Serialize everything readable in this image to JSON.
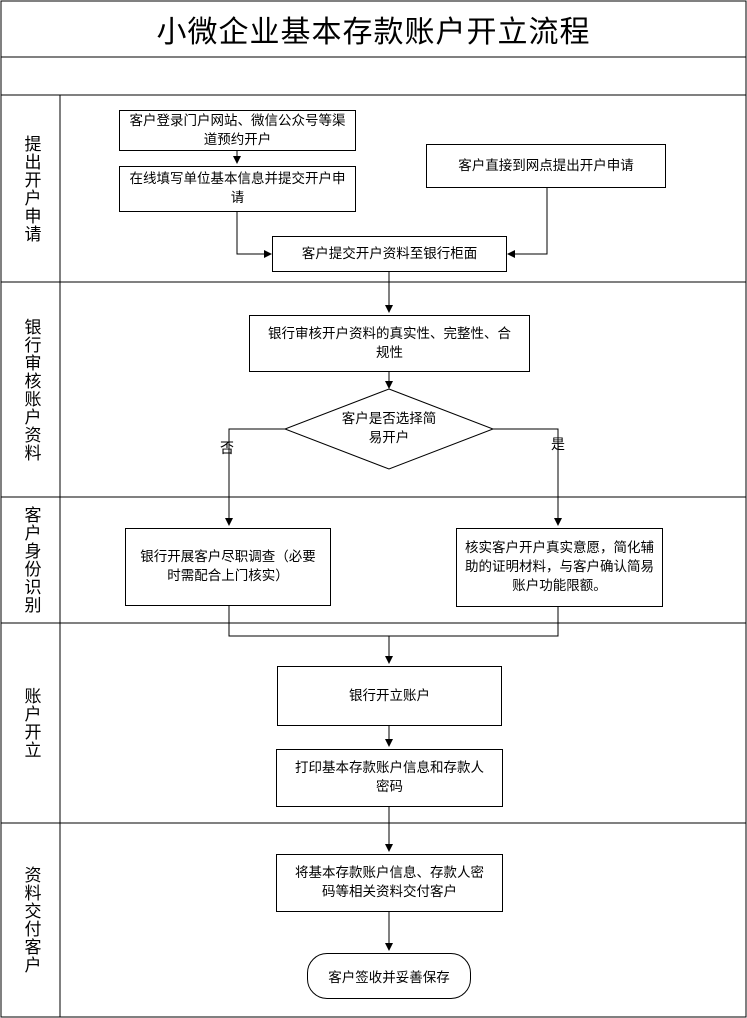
{
  "title": "小微企业基本存款账户开立流程",
  "lanes": [
    {
      "label": "提出开户申请"
    },
    {
      "label": "银行审核账户资料"
    },
    {
      "label": "客户身份识别"
    },
    {
      "label": "账户开立"
    },
    {
      "label": "资料交付客户"
    }
  ],
  "steps": {
    "login_portal": "客户登录门户网站、微信公众号等渠道预约开户",
    "fill_online": "在线填写单位基本信息并提交开户申请",
    "walk_in": "客户直接到网点提出开户申请",
    "submit_counter": "客户提交开户资料至银行柜面",
    "bank_review": "银行审核开户资料的真实性、完整性、合规性",
    "decision": "客户是否选择简易开户",
    "due_diligence": "银行开展客户尽职调查（必要时需配合上门核实）",
    "simple_verify": "核实客户开户真实意愿，简化辅助的证明材料，与客户确认简易账户功能限额。",
    "open_account": "银行开立账户",
    "print_info": "打印基本存款账户信息和存款人密码",
    "deliver": "将基本存款账户信息、存款人密码等相关资料交付客户",
    "sign_keep": "客户签收并妥善保存"
  },
  "edge_labels": {
    "no": "否",
    "yes": "是"
  }
}
